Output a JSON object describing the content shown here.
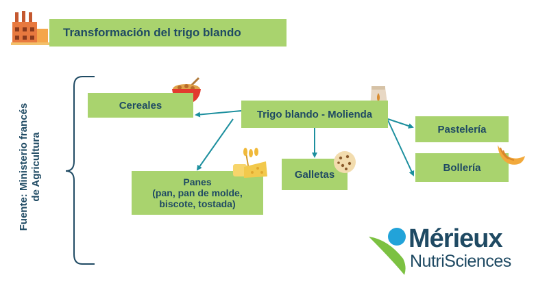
{
  "title": "Transformación del trigo blando",
  "source": {
    "line1": "Fuente: Ministerio francés",
    "line2": "de Agricultura"
  },
  "nodes": {
    "center": "Trigo blando - Molienda",
    "cereales": "Cereales",
    "panes": {
      "line1": "Panes",
      "line2": "(pan, pan de molde,",
      "line3": "biscote, tostada)"
    },
    "galletas": "Galletas",
    "pasteleria": "Pastelería",
    "bolleria": "Bollería"
  },
  "logo": {
    "name": "Mérieux",
    "sub": "NutriSciences"
  },
  "colors": {
    "box": "#a9d36e",
    "text": "#1f4a63",
    "arrow": "#1c8f9e",
    "logo_dot": "#22a3d9",
    "logo_leaf": "#7cc142"
  },
  "icons": [
    "factory-icon",
    "cereal-bowl-icon",
    "flour-bag-icon",
    "bread-wheat-icon",
    "cookie-icon",
    "croissant-icon"
  ]
}
